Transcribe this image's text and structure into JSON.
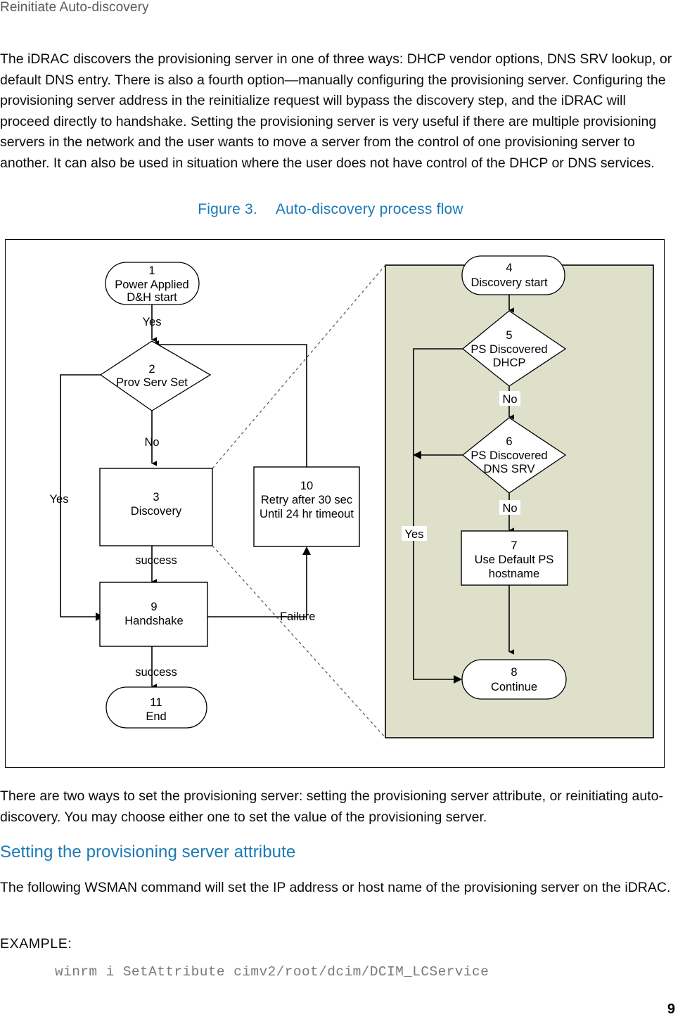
{
  "header": {
    "running_title": "Reinitiate Auto-discovery",
    "color": "#595959"
  },
  "intro_paragraph": "The iDRAC discovers the provisioning server in one of three ways: DHCP vendor options, DNS SRV lookup, or default DNS entry.  There is also a fourth option—manually configuring the provisioning server.  Configuring the provisioning server address in the reinitialize request will bypass the discovery step, and the iDRAC will proceed directly to handshake.  Setting the provisioning server is very useful if there are multiple provisioning servers in the network and the user wants to move a server from the control of one provisioning server to another.  It can also be used in situation where the user does not have control of the DHCP or DNS services.",
  "figure": {
    "caption_number": "Figure 3.",
    "caption_title": "Auto-discovery process flow",
    "caption_color": "#1b7ab5",
    "panel_fill": "#dee0ca",
    "nodes": [
      {
        "id": "1",
        "shape": "terminator",
        "lines": [
          "1",
          "Power Applied",
          "D&H start"
        ]
      },
      {
        "id": "2",
        "shape": "decision",
        "lines": [
          "2",
          "Prov Serv Set"
        ]
      },
      {
        "id": "3",
        "shape": "process",
        "lines": [
          "3",
          "Discovery"
        ]
      },
      {
        "id": "4",
        "shape": "terminator",
        "lines": [
          "4",
          "Discovery start"
        ]
      },
      {
        "id": "5",
        "shape": "decision",
        "lines": [
          "5",
          "PS Discovered",
          "DHCP"
        ]
      },
      {
        "id": "6",
        "shape": "decision",
        "lines": [
          "6",
          "PS Discovered",
          "DNS SRV"
        ]
      },
      {
        "id": "7",
        "shape": "process",
        "lines": [
          "7",
          "Use Default PS",
          "hostname"
        ]
      },
      {
        "id": "8",
        "shape": "terminator",
        "lines": [
          "8",
          "Continue"
        ]
      },
      {
        "id": "9",
        "shape": "process",
        "lines": [
          "9",
          "Handshake"
        ]
      },
      {
        "id": "10",
        "shape": "process",
        "lines": [
          "10",
          "Retry after 30 sec",
          "Until 24 hr timeout"
        ]
      },
      {
        "id": "11",
        "shape": "terminator",
        "lines": [
          "11",
          "End"
        ]
      }
    ],
    "edge_labels": {
      "start_to_2": "Yes",
      "two_no": "No",
      "two_yes": "Yes",
      "three_success": "success",
      "nine_success": "success",
      "nine_failure": "Failure",
      "five_no": "No",
      "six_no": "No",
      "six_yes": "Yes"
    }
  },
  "after_figure_paragraph": "There are two ways to set the provisioning server: setting the provisioning server attribute, or reinitiating auto-discovery. You may choose either one to set the value of the provisioning server.",
  "section_heading": "Setting the provisioning server attribute",
  "wsman_paragraph": "The following WSMAN command will set the IP address or host name of the provisioning server on the iDRAC.",
  "example_label": "EXAMPLE:",
  "code_command": "winrm i SetAttribute cimv2/root/dcim/DCIM_LCService",
  "page_number": "9"
}
